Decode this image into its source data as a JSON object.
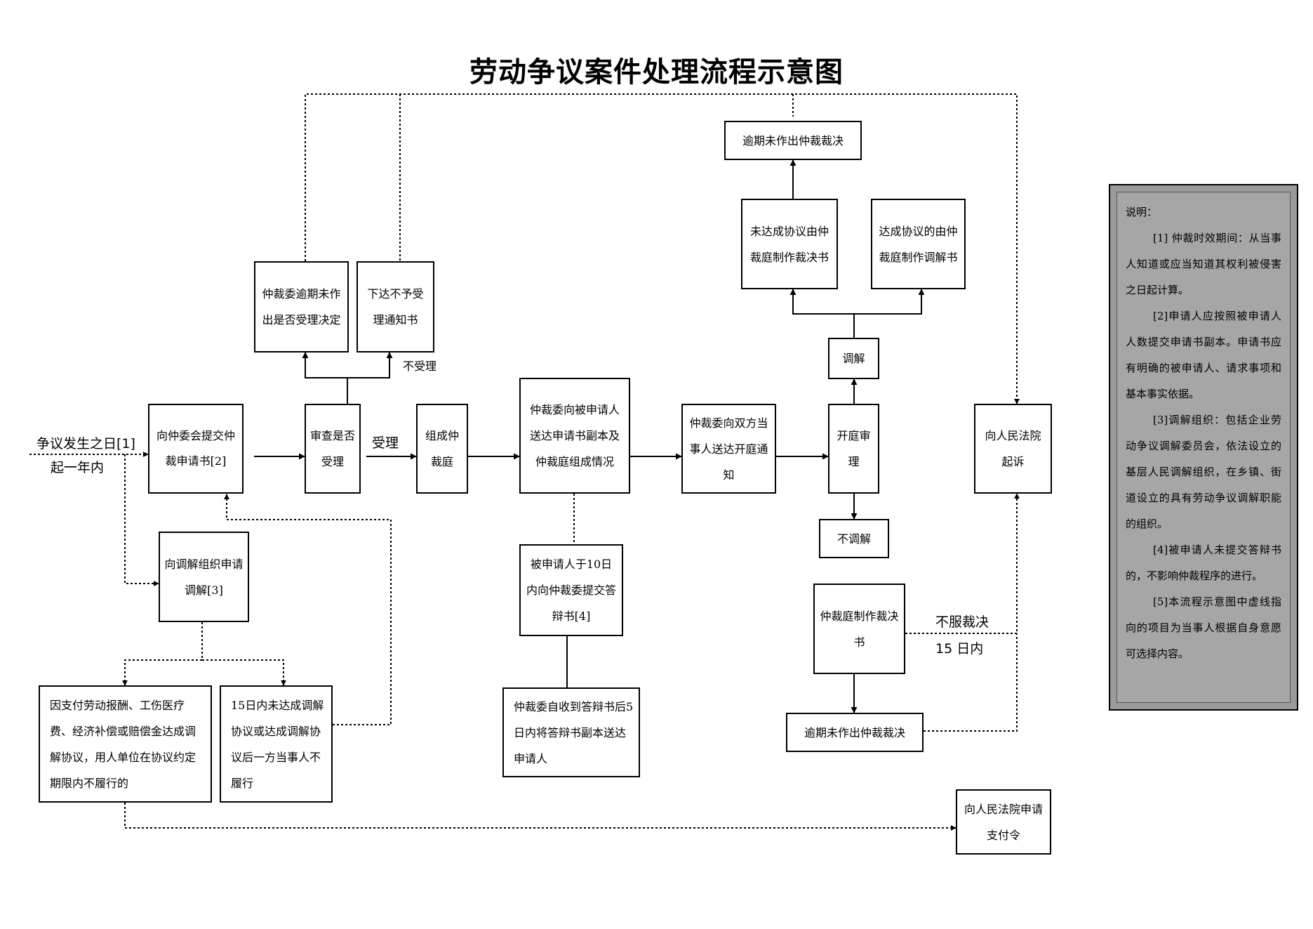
{
  "title": "劳动争议案件处理流程示意图",
  "boxes": {
    "apply": "向仲委会提交仲裁申请书[2]",
    "review": "审查是否受理",
    "overdue_accept": "仲裁委逾期未作出是否受理决定",
    "reject_notice": "下达不予受理通知书",
    "form_tribunal": "组成仲裁庭",
    "serve_copy": "仲裁委向被申请人送达申请书副本及仲裁庭组成情况",
    "notify_hearing": "仲裁委向双方当事人送达开庭通知",
    "hearing": "开庭审理",
    "mediate": "调解",
    "no_mediate": "不调解",
    "no_agreement": "未达成协议由仲裁庭制作裁决书",
    "agreement": "达成协议的由仲裁庭制作调解书",
    "overdue_top": "逾期未作出仲裁裁决",
    "court_sue": "向人民法院起诉",
    "award": "仲裁庭制作裁决书",
    "overdue_bottom": "逾期未作出仲裁裁决",
    "mediation_org": "向调解组织申请调解[3]",
    "nonperform_pay": "因支付劳动报酬、工伤医疗费、经济补偿或赔偿金达成调解协议，用人单位在协议约定期限内不履行的",
    "nonperform_15": "15日内未达成调解协议或达成调解协议后一方当事人不履行",
    "defense": "被申请人于10日内向仲裁委提交答辩书[4]",
    "defense_copy": "仲裁委自收到答辩书后5日内将答辩书副本送达申请人",
    "payment_order": "向人民法院申请支付令"
  },
  "labels": {
    "start_1": "争议发生之日[1]",
    "start_2": "起一年内",
    "accept": "受理",
    "not_accept": "不受理",
    "dissatisfied": "不服裁决",
    "within_15": "15 日内"
  },
  "notes": {
    "heading": "说明：",
    "items": [
      "[1] 仲裁时效期间：从当事人知道或应当知道其权利被侵害之日起计算。",
      "[2]申请人应按照被申请人人数提交申请书副本。申请书应有明确的被申请人、请求事项和基本事实依据。",
      "[3]调解组织：包括企业劳动争议调解委员会，依法设立的基层人民调解组织，在乡镇、街道设立的具有劳动争议调解职能的组织。",
      "[4]被申请人未提交答辩书的，不影响仲裁程序的进行。",
      "[5]本流程示意图中虚线指向的项目为当事人根据自身意愿可选择内容。"
    ]
  }
}
